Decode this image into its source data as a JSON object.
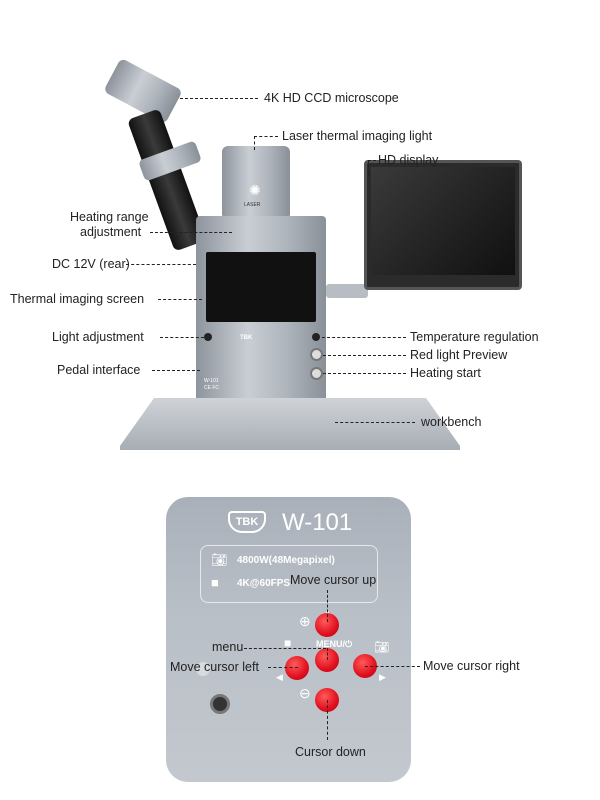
{
  "top_labels": {
    "microscope": "4K HD CCD microscope",
    "laser_light": "Laser thermal imaging light",
    "hd_display": "HD display",
    "heating_range_1": "Heating range",
    "heating_range_2": "adjustment",
    "dc": "DC 12V (rear)",
    "thermal_screen": "Thermal imaging screen",
    "light_adj": "Light adjustment",
    "pedal": "Pedal interface",
    "temp_reg": "Temperature regulation",
    "red_light": "Red light Preview",
    "heating_start": "Heating start",
    "workbench": "workbench"
  },
  "device": {
    "brand": "TBK",
    "model_small": "W-101",
    "laser_text": "LASER",
    "cert": "CE FC"
  },
  "panel": {
    "brand": "TBK",
    "model": "W-101",
    "spec1": "4800W(48Megapixel)",
    "spec2": "4K@60FPS",
    "menu_text": "MENU/⏻",
    "labels": {
      "up": "Move cursor up",
      "menu": "menu",
      "left": "Move cursor left",
      "right": "Move cursor right",
      "down": "Cursor down"
    }
  },
  "colors": {
    "button_red": "#e0101e",
    "panel_gray": "#b3b9c1"
  }
}
